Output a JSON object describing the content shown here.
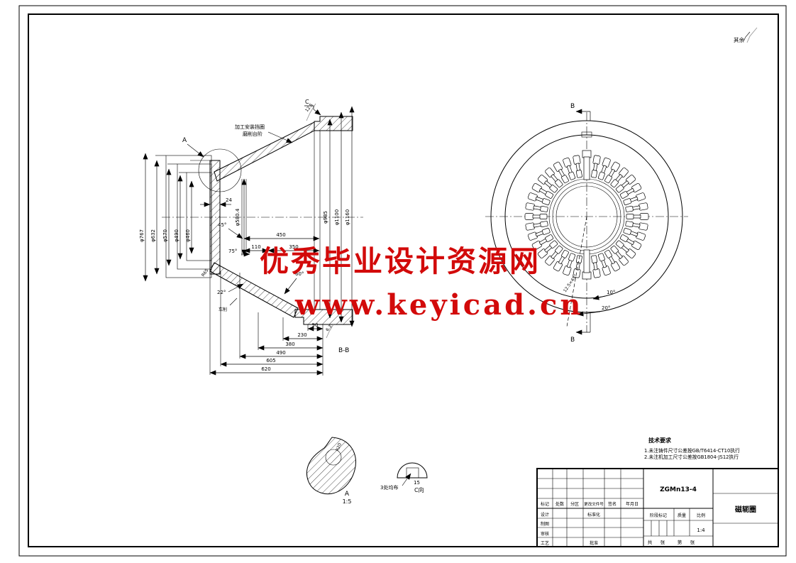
{
  "watermark": {
    "line1": "优秀毕业设计资源网",
    "line2": "www.keyicad.cn",
    "color": "#d20a0a"
  },
  "corner": {
    "surface_note": "其余"
  },
  "section_view": {
    "detail_marker": "A",
    "view_marker_c": "C",
    "section_label": "B-B",
    "leader_note_line1": "加工安装挡圈",
    "leader_note_line2": "磨削台阶",
    "machining_note": "车削",
    "roughness_top": "12.5",
    "roughness_bottom": "6.3",
    "dims": {
      "d767": "φ767",
      "d632": "φ632",
      "d570": "φ570",
      "d490": "φ490",
      "d460": "φ460",
      "d580": "φ580.4",
      "d985": "φ985",
      "d1100": "φ1100",
      "d1160": "φ1160",
      "w24": "24",
      "l450": "450",
      "l110": "110",
      "l350": "350",
      "l90": "90",
      "l230": "230",
      "l380": "380",
      "l490": "490",
      "l605": "605",
      "l620": "620",
      "a45": "45°",
      "a75": "75°",
      "a60": "60°",
      "a22": "22°",
      "r65": "R65"
    }
  },
  "front_view": {
    "section_marker_top": "B",
    "section_marker_bottom": "B",
    "dim_10": "10°",
    "dim_20": "20°",
    "slot_label": "12.5×45°",
    "slot_count": 36,
    "slot_angle_step": 10
  },
  "detail_a": {
    "label": "A",
    "scale": "1:5",
    "radius": "R20"
  },
  "view_c": {
    "label": "C向",
    "dim_15": "15",
    "note": "3处均布"
  },
  "tech_notes": {
    "title": "技术要求",
    "items": [
      "1.未注铸件尺寸公差按GB/T6414-CT10执行",
      "2.未注机加工尺寸公差按GB1804-JS12执行"
    ]
  },
  "title_block": {
    "drawing_no": "ZGMn13-4",
    "part_name": "磁轭圈",
    "header_cells": [
      "标记",
      "处数",
      "分区",
      "更改文件号",
      "签名",
      "年月日"
    ],
    "row_labels": [
      "设计",
      "制图",
      "审核",
      "工艺"
    ],
    "std_label": "标准化",
    "approve_label": "批准",
    "stage_label": "阶段标记",
    "mass_label": "质量",
    "scale_label": "比例",
    "scale_value": "1:4",
    "sheet_words": [
      "共",
      "张",
      "第",
      "张"
    ]
  }
}
